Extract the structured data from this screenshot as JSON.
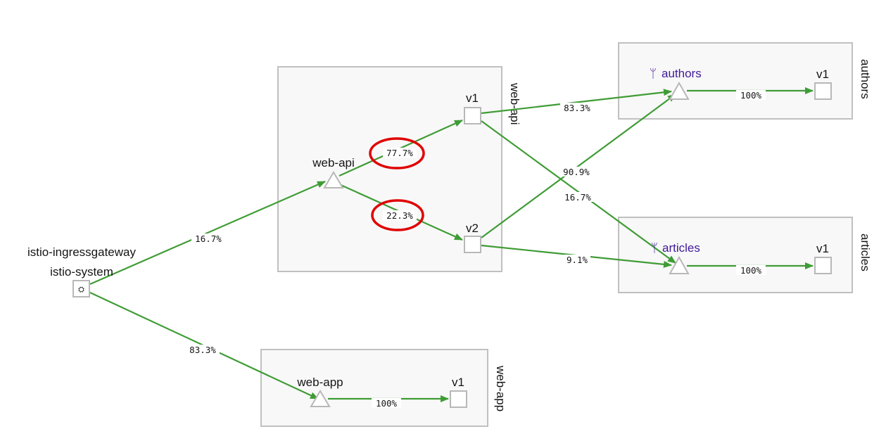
{
  "nodes": {
    "gateway": {
      "name": "istio-ingressgateway",
      "namespace": "istio-system",
      "icon": "gateway-icon"
    },
    "web_api_service": {
      "label": "web-api"
    },
    "web_api_v1": {
      "label": "v1"
    },
    "web_api_v2": {
      "label": "v2"
    },
    "authors_service": {
      "label": "authors",
      "icon": "virtual-service-icon"
    },
    "authors_v1": {
      "label": "v1"
    },
    "articles_service": {
      "label": "articles",
      "icon": "virtual-service-icon"
    },
    "articles_v1": {
      "label": "v1"
    },
    "web_app_service": {
      "label": "web-app"
    },
    "web_app_v1": {
      "label": "v1"
    }
  },
  "boxes": {
    "web_api": "web-api",
    "authors": "authors",
    "articles": "articles",
    "web_app": "web-app"
  },
  "edges": {
    "gw_to_webapi": "16.7%",
    "gw_to_webapp": "83.3%",
    "webapi_to_v1": "77.7%",
    "webapi_to_v2": "22.3%",
    "v1_to_authors": "83.3%",
    "v1_to_articles": "16.7%",
    "v2_to_authors": "90.9%",
    "v2_to_articles": "9.1%",
    "authors_to_v1": "100%",
    "articles_to_v1": "100%",
    "webapp_to_v1": "100%"
  },
  "highlights": [
    "webapi_to_v1",
    "webapi_to_v2"
  ],
  "colors": {
    "edge": "#3f9c35",
    "highlight": "#e00000",
    "service_label": "#40199a",
    "box_border": "#c0c0c0"
  }
}
